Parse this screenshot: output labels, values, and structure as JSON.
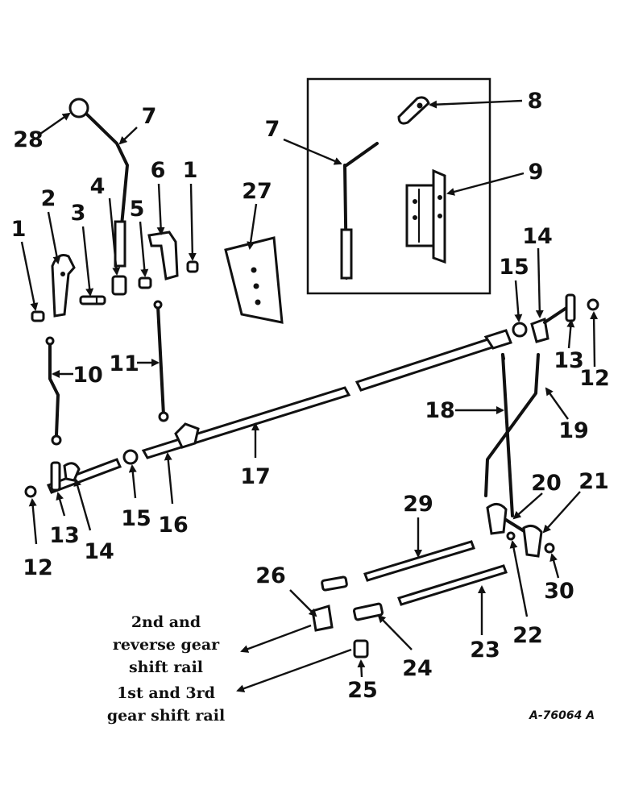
{
  "callouts": [
    {
      "label": "28"
    },
    {
      "label": "7"
    },
    {
      "label": "2"
    },
    {
      "label": "3"
    },
    {
      "label": "4"
    },
    {
      "label": "5"
    },
    {
      "label": "6"
    },
    {
      "label": "1"
    },
    {
      "label": "1"
    },
    {
      "label": "27"
    },
    {
      "label": "7"
    },
    {
      "label": "8"
    },
    {
      "label": "9"
    },
    {
      "label": "10"
    },
    {
      "label": "11"
    },
    {
      "label": "14"
    },
    {
      "label": "15"
    },
    {
      "label": "13"
    },
    {
      "label": "12"
    },
    {
      "label": "18"
    },
    {
      "label": "19"
    },
    {
      "label": "17"
    },
    {
      "label": "16"
    },
    {
      "label": "15"
    },
    {
      "label": "14"
    },
    {
      "label": "13"
    },
    {
      "label": "12"
    },
    {
      "label": "29"
    },
    {
      "label": "20"
    },
    {
      "label": "21"
    },
    {
      "label": "22"
    },
    {
      "label": "23"
    },
    {
      "label": "30"
    },
    {
      "label": "26"
    },
    {
      "label": "24"
    },
    {
      "label": "25"
    }
  ],
  "notes": {
    "second_rail": [
      "2nd and",
      "reverse gear",
      "shift rail"
    ],
    "first_rail": [
      "1st and 3rd",
      "gear shift rail"
    ]
  },
  "reference_code": "A-76064 A"
}
